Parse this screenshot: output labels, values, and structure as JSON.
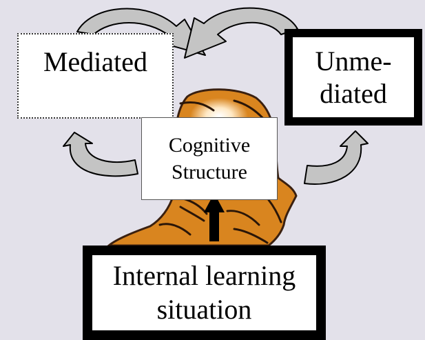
{
  "diagram": {
    "mediated": {
      "label": "Mediated"
    },
    "unmediated": {
      "line1": "Unme-",
      "line2": "diated"
    },
    "cognitive": {
      "line1": "Cognitive",
      "line2": "Structure"
    },
    "internal": {
      "line1": "Internal learning",
      "line2": "situation"
    }
  },
  "colors": {
    "background": "#e3e1ea",
    "head": "#d9851f",
    "head_outline": "#3a2010",
    "arrow_fill": "#c4c4c4",
    "arrow_stroke": "#000000",
    "box_fill": "#ffffff"
  }
}
